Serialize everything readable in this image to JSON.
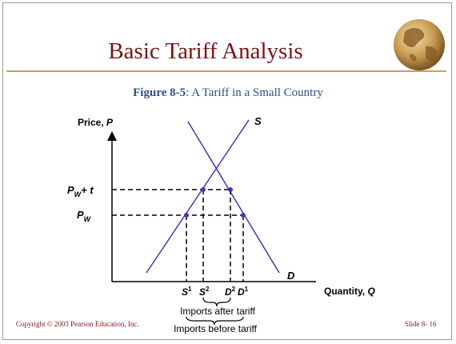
{
  "slide": {
    "title": "Basic Tariff Analysis",
    "caption_figure": "Figure 8-5",
    "caption_text": ": A Tariff in a Small Country",
    "footer_left": "Copyright © 2003 Pearson Education, Inc.",
    "footer_right": "Slide 8- 16"
  },
  "diagram": {
    "y_axis_label": "Price, ",
    "y_axis_symbol": "P",
    "x_axis_label": "Quantity, ",
    "x_axis_symbol": "Q",
    "supply_label": "S",
    "demand_label": "D",
    "price_high_label": "P",
    "price_high_sub": "W",
    "price_high_suffix": "+ t",
    "price_low_label": "P",
    "price_low_sub": "W",
    "q_labels": [
      {
        "base": "S",
        "sup": "1"
      },
      {
        "base": "S",
        "sup": "2"
      },
      {
        "base": "D",
        "sup": "2"
      },
      {
        "base": "D",
        "sup": "1"
      }
    ],
    "imports_after": "Imports after tariff",
    "imports_before": "Imports before tariff",
    "colors": {
      "curve": "#3a3ab0",
      "axis": "#000000",
      "title": "#7a1414",
      "caption": "#2f4f8a"
    }
  }
}
